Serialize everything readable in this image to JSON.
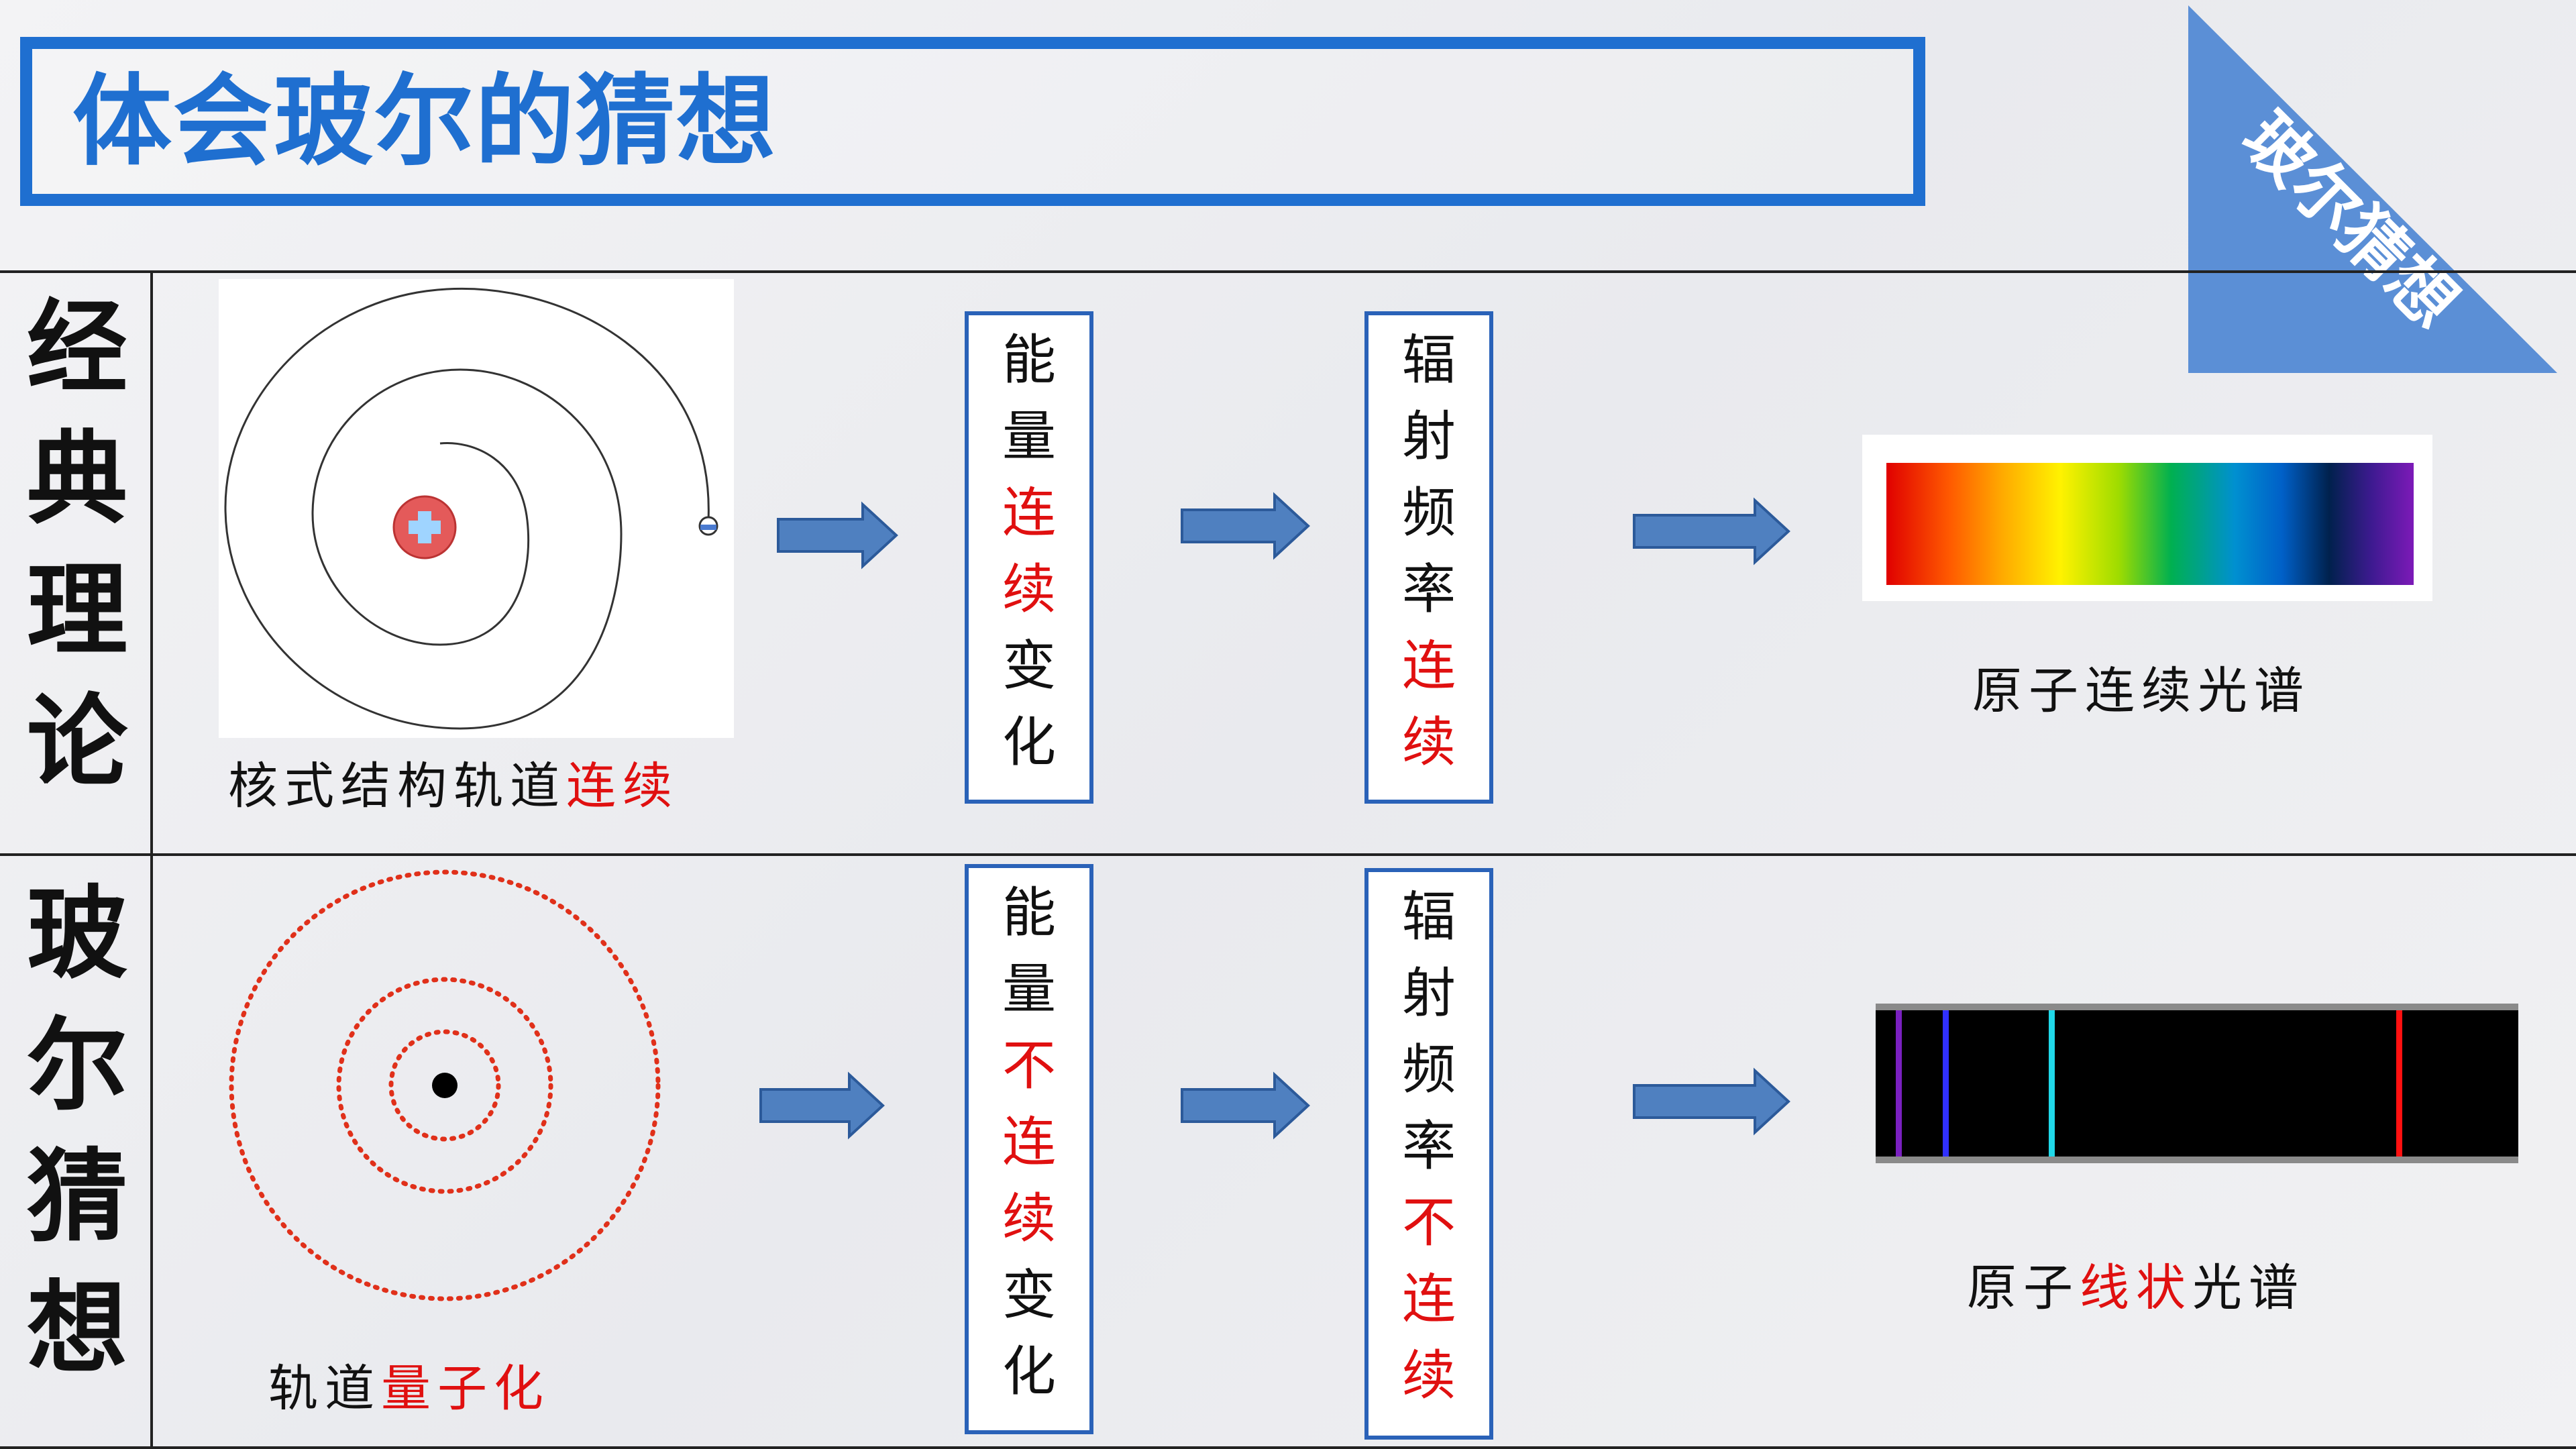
{
  "title": "体会玻尔的猜想",
  "corner_label": "玻尔猜想",
  "rows": [
    {
      "label": [
        "经",
        "典",
        "理",
        "论"
      ],
      "caption": {
        "plain": "核式结构轨道",
        "highlight": "连续"
      },
      "energy_box": [
        "能",
        "量",
        "连",
        "续",
        "变",
        "化"
      ],
      "energy_red": [
        2,
        3
      ],
      "radiation_box": [
        "辐",
        "射",
        "频",
        "率",
        "连",
        "续"
      ],
      "radiation_red": [
        4,
        5
      ],
      "spectrum_caption": {
        "before": "原子",
        "highlight": "连续",
        "after": "光谱",
        "highlight_red": false
      }
    },
    {
      "label": [
        "玻",
        "尔",
        "猜",
        "想"
      ],
      "caption": {
        "plain": "轨道",
        "highlight": "量子化"
      },
      "energy_box": [
        "能",
        "量",
        "不",
        "连",
        "续",
        "变",
        "化"
      ],
      "energy_red": [
        2,
        3,
        4
      ],
      "radiation_box": [
        "辐",
        "射",
        "频",
        "率",
        "不",
        "连",
        "续"
      ],
      "radiation_red": [
        4,
        5,
        6
      ],
      "spectrum_caption": {
        "before": "原子",
        "highlight": "线状",
        "after": "光谱",
        "highlight_red": true
      }
    }
  ],
  "line_spectrum_colors": [
    "#7a20c0",
    "#3030ff",
    "#20d8e8",
    "#ff1010"
  ],
  "colors": {
    "accent_blue": "#1f6fd0",
    "highlight_red": "#e01010",
    "arrow_fill": "#4f80c0"
  }
}
